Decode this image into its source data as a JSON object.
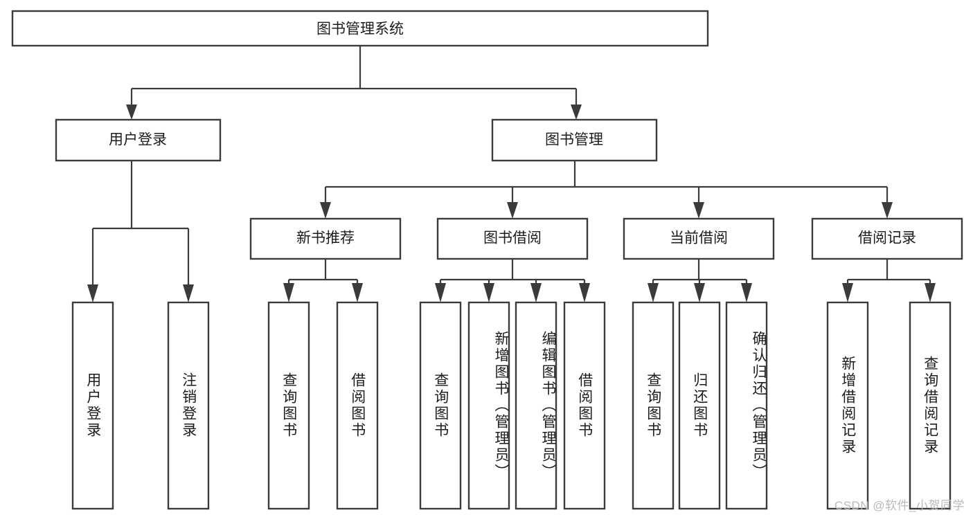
{
  "diagram": {
    "type": "tree",
    "title": "图书管理系统",
    "orientation": "top-down",
    "root": {
      "label": "图书管理系统"
    },
    "level2": [
      {
        "label": "用户登录"
      },
      {
        "label": "图书管理"
      }
    ],
    "level3": [
      {
        "label": "新书推荐"
      },
      {
        "label": "图书借阅"
      },
      {
        "label": "当前借阅"
      },
      {
        "label": "借阅记录"
      }
    ],
    "leaves_user_login": [
      {
        "label": "用户登录"
      },
      {
        "label": "注销登录"
      }
    ],
    "leaves_new_book": [
      {
        "label": "查询图书"
      },
      {
        "label": "借阅图书"
      }
    ],
    "leaves_borrow": [
      {
        "label": "查询图书"
      },
      {
        "label": "新增图书（管理员）"
      },
      {
        "label": "编辑图书（管理员）"
      },
      {
        "label": "借阅图书"
      }
    ],
    "leaves_current": [
      {
        "label": "查询图书"
      },
      {
        "label": "归还图书"
      },
      {
        "label": "确认归还（管理员）"
      }
    ],
    "leaves_record": [
      {
        "label": "新增借阅记录"
      },
      {
        "label": "查询借阅记录"
      }
    ]
  },
  "watermark": {
    "text": "CSDN @软件_小贺同学"
  },
  "colors": {
    "stroke": "#3b3b3b",
    "fill": "#ffffff",
    "text": "#1c1c1c",
    "watermark": "#b9b9b9"
  }
}
